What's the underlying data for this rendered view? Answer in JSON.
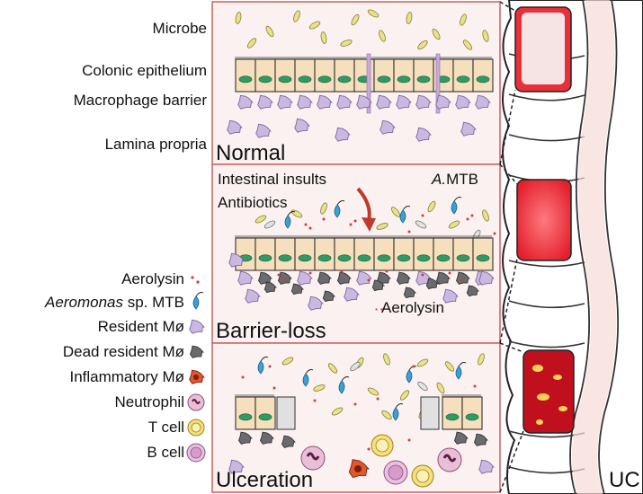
{
  "left_labels": {
    "microbe": "Microbe",
    "colonic_epithelium": "Colonic epithelium",
    "macrophage_barrier": "Macrophage barrier",
    "lamina_propria": "Lamina propria"
  },
  "legend": [
    {
      "key": "aerolysin",
      "text": "Aerolysin",
      "italic_part": "",
      "icon": "aerolysin-dots-icon"
    },
    {
      "key": "aeromonas",
      "text": " sp. MTB",
      "italic_part": "Aeromonas",
      "icon": "aeromonas-bacterium-icon"
    },
    {
      "key": "resident",
      "text": "Resident Mø",
      "italic_part": "",
      "icon": "resident-macrophage-icon"
    },
    {
      "key": "dead",
      "text": "Dead resident Mø",
      "italic_part": "",
      "icon": "dead-macrophage-icon"
    },
    {
      "key": "inflammatory",
      "text": "Inflammatory Mø",
      "italic_part": "",
      "icon": "inflammatory-macrophage-icon"
    },
    {
      "key": "neutrophil",
      "text": "Neutrophil",
      "italic_part": "",
      "icon": "neutrophil-icon"
    },
    {
      "key": "tcell",
      "text": "T cell",
      "italic_part": "",
      "icon": "t-cell-icon"
    },
    {
      "key": "bcell",
      "text": "B cell",
      "italic_part": "",
      "icon": "b-cell-icon"
    }
  ],
  "panels": {
    "normal": {
      "title": "Normal"
    },
    "barrier_loss": {
      "title": "Barrier-loss",
      "insults": "Intestinal insults",
      "antibiotics": "Antibiotics",
      "amtb_italic": "A.",
      "amtb_rest": "MTB",
      "aerolysin": "Aerolysin"
    },
    "ulceration": {
      "title": "Ulceration"
    }
  },
  "colon": {
    "label": "UC"
  },
  "colors": {
    "panel_border": "#c9625f",
    "panel_fill": "#fbf1f1",
    "epithelium": "#f6dfbd",
    "nucleus": "#2f9a63",
    "resident_mo": "#cbb8e0",
    "dead_mo": "#6a6a6f",
    "microbe": "#e8e28a",
    "aeromonas": "#3c9fd8",
    "aerolysin": "#d43b3b",
    "colon_red": "#e8303a"
  }
}
